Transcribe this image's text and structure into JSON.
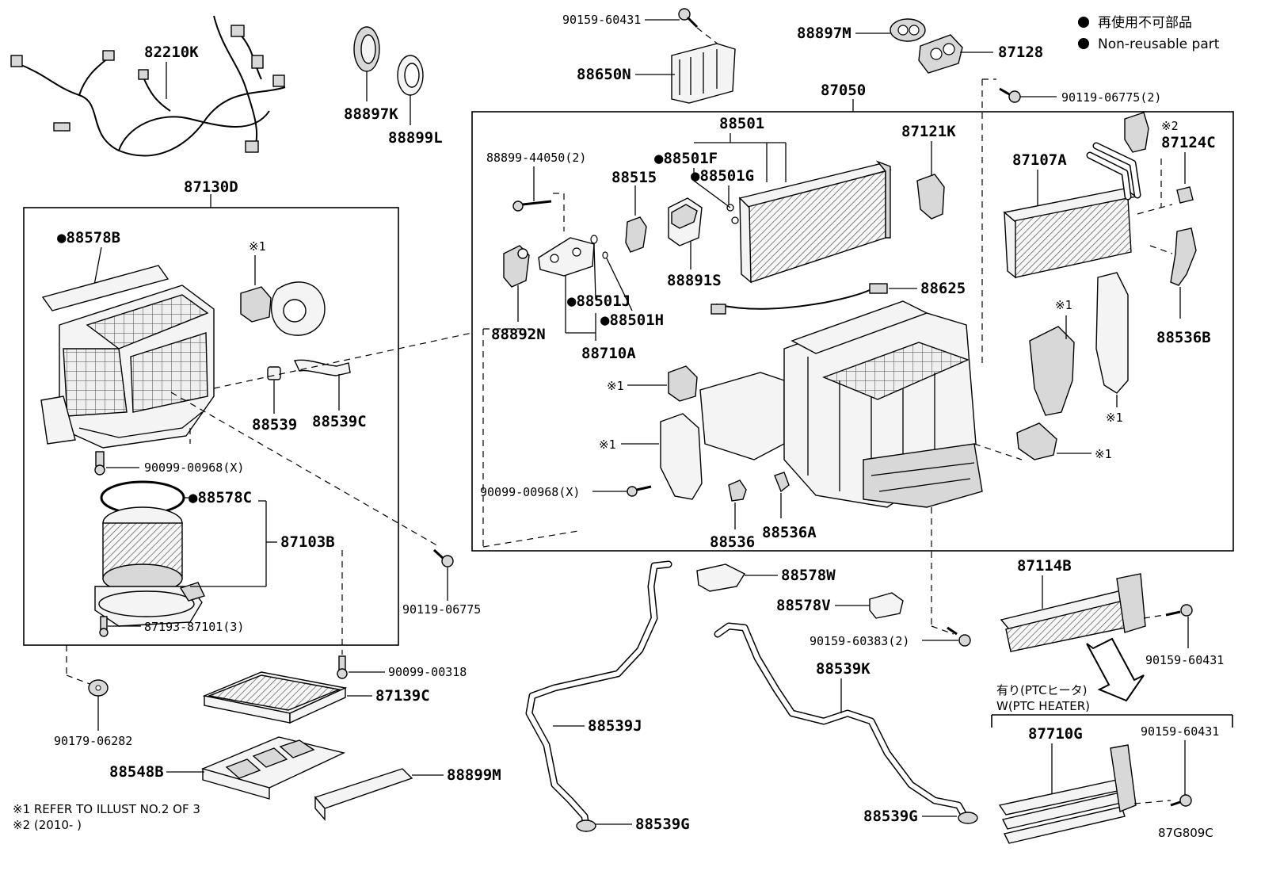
{
  "legend": {
    "line1": "再使用不可部品",
    "line2": "Non-reusable part"
  },
  "diagram_code": "87G809C",
  "notes": {
    "note1": "※1 REFER TO ILLUST NO.2 OF 3",
    "note2": "※2 (2010-        )"
  },
  "ptc": {
    "line1": "有り(PTCヒータ)",
    "line2": "W(PTC HEATER)"
  },
  "labels": {
    "p82210K": "82210K",
    "p88897K": "88897K",
    "p88899L": "88899L",
    "p90159_60431_top": "90159-60431",
    "p88650N": "88650N",
    "p88897M": "88897M",
    "p87128": "87128",
    "p90119_06775_2": "90119-06775(2)",
    "p87050": "87050",
    "p87130D": "87130D",
    "p88578B": "●88578B",
    "p88539": "88539",
    "p88539C": "88539C",
    "p90099_00968_left": "90099-00968(X)",
    "p88578C": "●88578C",
    "p87103B": "87103B",
    "p87193_87101": "87193-87101(3)",
    "p90119_06775": "90119-06775",
    "p90099_00318": "90099-00318",
    "p87139C": "87139C",
    "p90179_06282": "90179-06282",
    "p88548B": "88548B",
    "p88899M": "88899M",
    "p88899_44050": "88899-44050(2)",
    "p88501": "88501",
    "p88501F": "●88501F",
    "p88501G": "●88501G",
    "p88515": "88515",
    "p88891S": "88891S",
    "p87121K": "87121K",
    "p88625": "88625",
    "p88892N": "88892N",
    "p88501J": "●88501J",
    "p88501H": "●88501H",
    "p88710A": "88710A",
    "p87107A": "87107A",
    "p87124C": "87124C",
    "p88536B": "88536B",
    "ref1_a": "※1",
    "ref1_b": "※1",
    "ref1_c": "※1",
    "ref1_d": "※1",
    "ref1_e": "※1",
    "ref1_f": "※1",
    "ref2": "※2",
    "p90099_00968_mid": "90099-00968(X)",
    "p88536": "88536",
    "p88536A": "88536A",
    "p88578W": "88578W",
    "p88578V": "88578V",
    "p90159_60383": "90159-60383(2)",
    "p88539K": "88539K",
    "p88539J": "88539J",
    "p88539G_left": "88539G",
    "p88539G_right": "88539G",
    "p87114B": "87114B",
    "p90159_60431_right": "90159-60431",
    "p87710G": "87710G",
    "p90159_60431_bottom": "90159-60431"
  }
}
